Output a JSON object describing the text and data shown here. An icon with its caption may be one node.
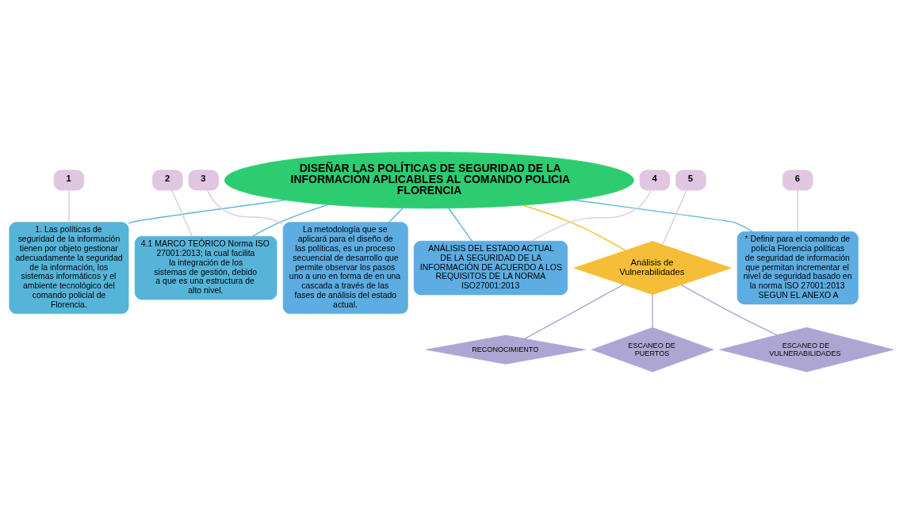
{
  "diagram": {
    "nodes": [
      {
        "text": [
          "DISEÑAR LAS POLÍTICAS DE SEGURIDAD DE LA INFORMACIÓN APLICABLES AL COMANDO POLICIA FLORENCIA"
        ]
      },
      {
        "text": [
          "1"
        ]
      },
      {
        "text": [
          "1. Las políticas de seguridad de la información tienen por objeto gestionar adecuadamente la seguridad de la información, los sistemas informáticos y el ambiente tecnológico del comando policial de Florencia."
        ]
      },
      {
        "text": [
          "2"
        ]
      },
      {
        "text": [
          "4.1 MARCO TEÓRICO Norma ISO 27001:2013; la cual facilita la integración de los sistemas de gestión, debido a que es una estructura de alto nivel."
        ]
      },
      {
        "text": [
          "3"
        ]
      },
      {
        "text": [
          "La metodología que se aplicará para el diseño de las políticas, es un proceso secuencial de desarrollo que permite observar los pasos uno a uno en forma de en una cascada a través de las fases de análisis del estado actual."
        ]
      },
      {
        "text": [
          "4"
        ]
      },
      {
        "text": [
          "ANÁLISIS DEL ESTADO ACTUAL DE LA SEGURIDAD DE LA INFORMACIÓN DE ACUERDO A LOS REQUISITOS DE LA NORMA ISO27001:2013"
        ]
      },
      {
        "text": [
          "5"
        ]
      },
      {
        "text": [
          "Análisis de Vulnerabilidades"
        ]
      },
      {
        "text": [
          "6"
        ]
      },
      {
        "text": [
          "* Definir para el comando de policía Florencia políticas de seguridad de información que permitan incrementar el nivel de seguridad basado en la norma ISO 27001:2013 SEGUN EL ANEXO A"
        ]
      },
      {
        "text": [
          "RECONOCIMIENTO"
        ]
      },
      {
        "text": [
          "ESCANEO DE PUERTOS"
        ]
      },
      {
        "text": [
          "ESCANEO DE VULNERABILIDADES"
        ]
      }
    ],
    "edges": [
      {
        "from": 0,
        "to": 2,
        "arrow": "none",
        "color": "#5ab4dc"
      },
      {
        "from": 0,
        "to": 4,
        "arrow": "none",
        "color": "#5ab4dc"
      },
      {
        "from": 0,
        "to": 6,
        "arrow": "none",
        "color": "#5ab4dc"
      },
      {
        "from": 0,
        "to": 8,
        "arrow": "none",
        "color": "#5ab4dc"
      },
      {
        "from": 0,
        "to": 10,
        "arrow": "none",
        "color": "#f6be37"
      },
      {
        "from": 0,
        "to": 12,
        "arrow": "none",
        "color": "#5ab4dc"
      },
      {
        "from": 10,
        "to": 13,
        "arrow": "none",
        "color": "#ada6d3"
      },
      {
        "from": 10,
        "to": 14,
        "arrow": "none",
        "color": "#ada6d3"
      },
      {
        "from": 10,
        "to": 15,
        "arrow": "none",
        "color": "#ada6d3"
      },
      {
        "from": 1,
        "to": 2,
        "arrow": "none"
      },
      {
        "from": 3,
        "to": 4,
        "arrow": "none"
      },
      {
        "from": 5,
        "to": 6,
        "arrow": "none"
      },
      {
        "from": 7,
        "to": 8,
        "arrow": "none"
      },
      {
        "from": 9,
        "to": 10,
        "arrow": "none"
      },
      {
        "from": 11,
        "to": 12,
        "arrow": "none"
      }
    ]
  }
}
